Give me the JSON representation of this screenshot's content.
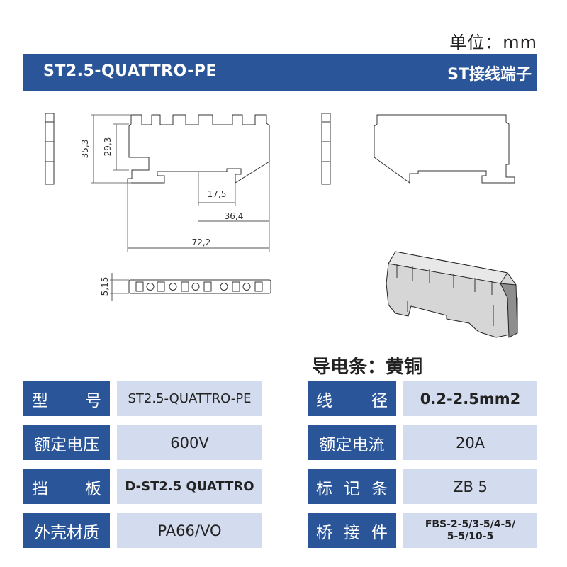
{
  "unit_label": "单位：mm",
  "banner": {
    "model": "ST2.5-QUATTRO-PE",
    "category": "ST接线端子"
  },
  "dimensions": {
    "d1": "35,3",
    "d2": "29,3",
    "d3": "17,5",
    "d4": "36,4",
    "d5": "72,2",
    "d6": "5,15"
  },
  "conductor_label": "导电条：黄铜",
  "specs": [
    {
      "label_chars": [
        "型",
        "号"
      ],
      "value": "ST2.5-QUATTRO-PE"
    },
    {
      "label_chars": [
        "线",
        "径"
      ],
      "value": "0.2-2.5mm2"
    },
    {
      "label_chars": [
        "额定电压"
      ],
      "value": "600V"
    },
    {
      "label_chars": [
        "额定电流"
      ],
      "value": "20A"
    },
    {
      "label_chars": [
        "挡",
        "板"
      ],
      "value": "D-ST2.5 QUATTRO"
    },
    {
      "label_chars": [
        "标",
        "记",
        "条"
      ],
      "value": "ZB 5"
    },
    {
      "label_chars": [
        "外壳材质"
      ],
      "value": "PA66/VO"
    },
    {
      "label_chars": [
        "桥",
        "接",
        "件"
      ],
      "value_lines": [
        "FBS-2-5/3-5/4-5/",
        "5-5/10-5"
      ]
    }
  ],
  "colors": {
    "brand_blue": "#2a5598",
    "value_bg": "#d3dbee"
  }
}
